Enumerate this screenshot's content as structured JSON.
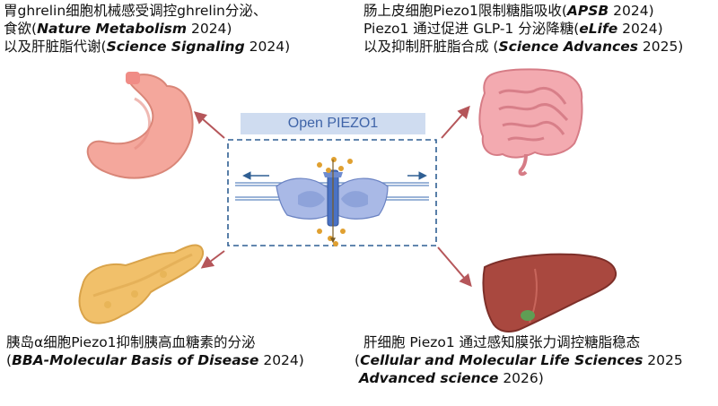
{
  "top_left": {
    "line1": "胃ghrelin细胞机械感受调控ghrelin分泌、",
    "line2_pre": "食欲(",
    "line2_journal": "Nature Metabolism",
    "line2_post": " 2024)",
    "line3_pre": "以及肝脏脂代谢(",
    "line3_journal": "Science Signaling",
    "line3_post": " 2024)"
  },
  "top_right": {
    "line1_pre": "肠上皮细胞Piezo1限制糖脂吸收(",
    "line1_journal": "APSB",
    "line1_post": " 2024)",
    "line2_pre": "Piezo1 通过促进 GLP-1 分泌降糖(",
    "line2_journal": "eLife",
    "line2_post": " 2024)",
    "line3_pre": "以及抑制肝脏脂合成 (",
    "line3_journal": "Science Advances",
    "line3_post": " 2025)"
  },
  "bottom_left": {
    "line1": "胰岛α细胞Piezo1抑制胰高血糖素的分泌",
    "line2_pre": "(",
    "line2_journal": "BBA-Molecular Basis of Disease",
    "line2_post": " 2024)"
  },
  "bottom_right": {
    "line1": "肝细胞 Piezo1 通过感知膜张力调控糖脂稳态",
    "line2_pre": "(",
    "line2_journal": "Cellular and Molecular Life Sciences",
    "line2_post": " 2025",
    "line3_journal": "Advanced science",
    "line3_post": " 2026)"
  },
  "center_label": "Open PIEZO1",
  "colors": {
    "arrow": "#b5565a",
    "dashed_box": "#2f5f93",
    "membrane": "#7a9ccc",
    "channel": "#a9b9e6",
    "pore": "#4a72c4",
    "ions": "#e0a030",
    "stomach": "#f4a79c",
    "intestine": "#f0a0a6",
    "pancreas": "#f1c06a",
    "liver": "#a9483f"
  }
}
